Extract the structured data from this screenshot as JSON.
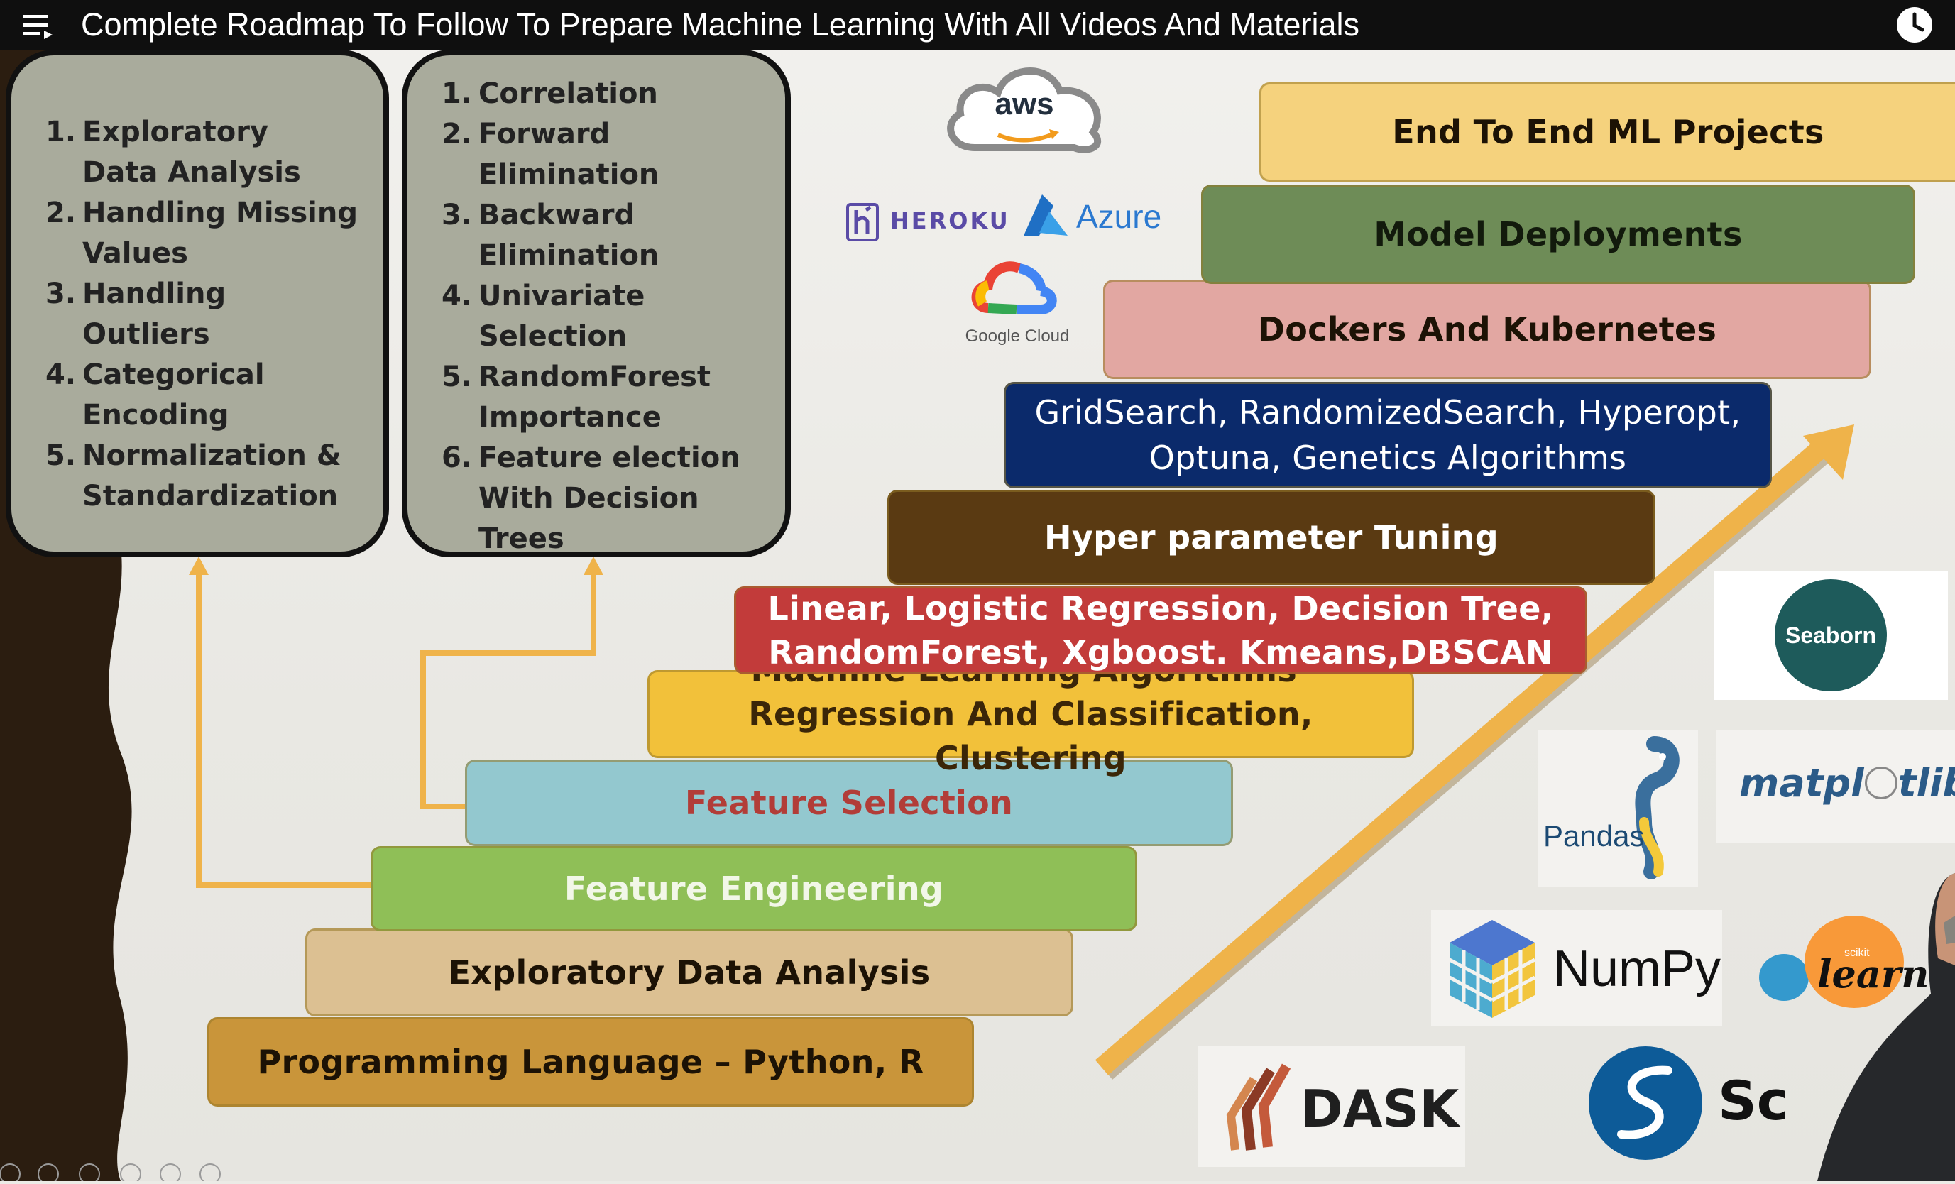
{
  "video": {
    "title": "Complete Roadmap To Follow To Prepare Machine Learning With All Videos And Materials",
    "menu_icon": "playlist-icon",
    "clock_icon": "watch-later-icon"
  },
  "panels": {
    "eda_list": [
      {
        "num": "1.",
        "label": "Exploratory",
        "cont": "Data Analysis"
      },
      {
        "num": "2.",
        "label": "Handling Missing",
        "cont": "Values"
      },
      {
        "num": "3.",
        "label": "Handling",
        "cont": "Outliers"
      },
      {
        "num": "4.",
        "label": "Categorical",
        "cont": "Encoding"
      },
      {
        "num": "5.",
        "label": "Normalization &",
        "cont": "Standardization"
      }
    ],
    "selection_list": [
      {
        "num": "1.",
        "label": "Correlation"
      },
      {
        "num": "2.",
        "label": "Forward",
        "cont": "Elimination"
      },
      {
        "num": "3.",
        "label": "Backward",
        "cont": "Elimination"
      },
      {
        "num": "4.",
        "label": "Univariate",
        "cont": "Selection"
      },
      {
        "num": "5.",
        "label": "RandomForest",
        "cont": "Importance"
      },
      {
        "num": "6.",
        "label": "Feature election",
        "cont": "With Decision",
        "cont2": "Trees"
      }
    ]
  },
  "steps": {
    "programming": "Programming Language – Python, R",
    "eda": "Exploratory Data Analysis",
    "feature_engineering": "Feature Engineering",
    "feature_selection": "Feature Selection",
    "ml_algorithms_1": "Machine Learning Algorithms-",
    "ml_algorithms_2": "Regression And Classification, Clustering",
    "algos_1": "Linear, Logistic Regression, Decision Tree,",
    "algos_2": "RandomForest, Xgboost. Kmeans,DBSCAN",
    "hyper": "Hyper parameter Tuning",
    "search_1": "GridSearch, RandomizedSearch, Hyperopt,",
    "search_2": "Optuna, Genetics Algorithms",
    "docker": "Dockers And Kubernetes",
    "deploy": "Model Deployments",
    "projects": "End To End ML Projects"
  },
  "logos": {
    "aws": "aws",
    "heroku": "HEROKU",
    "azure": "Azure",
    "google_cloud": "Google Cloud",
    "seaborn": "Seaborn",
    "pandas": "Pandas",
    "matplotlib": "matpl",
    "matplotlib_end": "tlib",
    "numpy": "NumPy",
    "scikit_small": "scikit",
    "scikit": "learn",
    "dask": "DASK",
    "scipy_partial": "Sc"
  },
  "colors": {
    "programming": "#c9953a",
    "eda": "#dcc092",
    "feature_engineering": "#8fbf57",
    "feature_selection": "#93c8cf",
    "ml_algorithms": "#f2c13a",
    "algos": "#c23b3a",
    "hyper": "#5a3a12",
    "search": "#0b2a6b",
    "docker": "#e2a7a2",
    "deploy": "#6e8c57",
    "projects": "#f5d27d",
    "arrow": "#efb34a"
  }
}
